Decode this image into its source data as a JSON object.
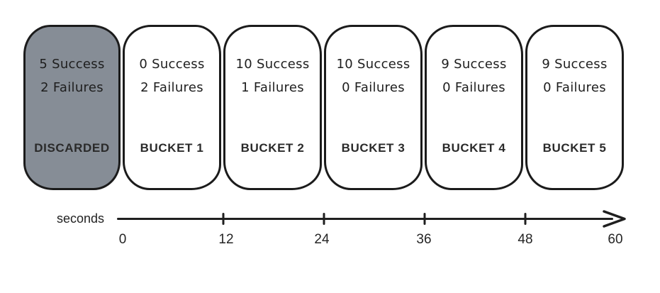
{
  "diagram": {
    "title": "sliding-window-buckets",
    "buckets": [
      {
        "success": "5 Success",
        "failures": "2 Failures",
        "label": "DISCARDED",
        "discarded": true
      },
      {
        "success": "0 Success",
        "failures": "2 Failures",
        "label": "BUCKET 1",
        "discarded": false
      },
      {
        "success": "10 Success",
        "failures": "1 Failures",
        "label": "BUCKET 2",
        "discarded": false
      },
      {
        "success": "10 Success",
        "failures": "0 Failures",
        "label": "BUCKET 3",
        "discarded": false
      },
      {
        "success": "9 Success",
        "failures": "0 Failures",
        "label": "BUCKET 4",
        "discarded": false
      },
      {
        "success": "9 Success",
        "failures": "0 Failures",
        "label": "BUCKET 5",
        "discarded": false
      }
    ],
    "colors": {
      "discarded_fill": "#868D96",
      "bucket_fill": "#ffffff",
      "border": "#1b1b1b",
      "text": "#1f1f1f"
    }
  },
  "axis": {
    "label": "seconds",
    "ticks": [
      "0",
      "12",
      "24",
      "36",
      "48",
      "60"
    ]
  }
}
